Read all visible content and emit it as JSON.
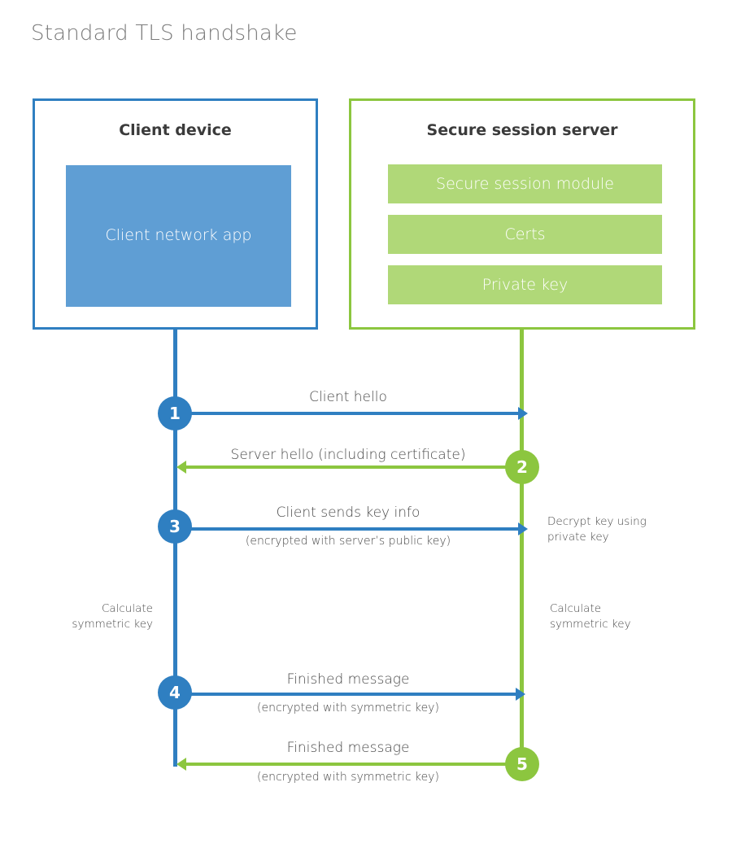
{
  "title": "Standard TLS handshake",
  "colors": {
    "client_blue": "#2f7fc1",
    "client_app_fill": "#5f9ed4",
    "server_green": "#8cc63f",
    "server_bar_fill": "#b0d878",
    "text_dark": "#4a4a4a",
    "title_gray": "#7b7b7b",
    "background": "#ffffff"
  },
  "parties": {
    "client": {
      "title": "Client device",
      "app_label": "Client network app"
    },
    "server": {
      "title": "Secure session server",
      "components": [
        "Secure session module",
        "Certs",
        "Private key"
      ]
    }
  },
  "steps": [
    {
      "number": "1",
      "label": "Client hello",
      "sublabel": "",
      "direction": "client-to-server",
      "origin": "client"
    },
    {
      "number": "2",
      "label": "Server hello (including certificate)",
      "sublabel": "",
      "direction": "server-to-client",
      "origin": "server"
    },
    {
      "number": "3",
      "label": "Client sends key info",
      "sublabel": "(encrypted with server’s public key)",
      "direction": "client-to-server",
      "origin": "client"
    },
    {
      "number": "4",
      "label": "Finished message",
      "sublabel": "(encrypted with symmetric key)",
      "direction": "client-to-server",
      "origin": "client"
    },
    {
      "number": "5",
      "label": "Finished message",
      "sublabel": "(encrypted with symmetric key)",
      "direction": "server-to-client",
      "origin": "server"
    }
  ],
  "notes": {
    "server_decrypt": "Decrypt key using\nprivate key",
    "client_calculate": "Calculate\nsymmetric key",
    "server_calculate": "Calculate\nsymmetric key"
  }
}
